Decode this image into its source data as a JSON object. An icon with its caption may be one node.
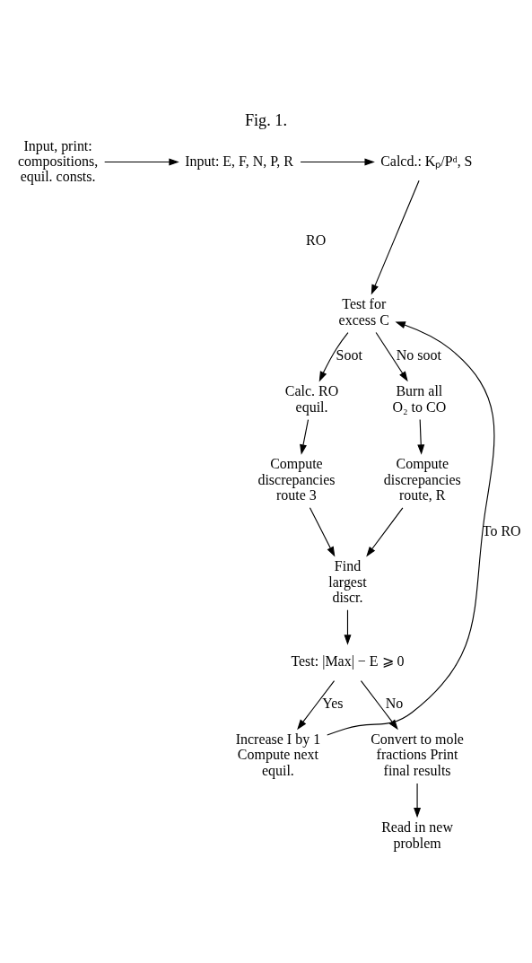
{
  "diagram": {
    "title": "Fig. 1.",
    "nodes": [
      {
        "text": [
          "Input, print: compositions, equil. consts."
        ]
      },
      {
        "text": [
          "Input: E, F, N, P, R"
        ]
      },
      {
        "text": [
          "Calcd.: Kₚ/Pᵈ, S"
        ]
      },
      {
        "text": [
          "Test for excess C"
        ]
      },
      {
        "text": [
          "Calc. RO equil."
        ]
      },
      {
        "text": [
          "Burn all O₂ to CO"
        ]
      },
      {
        "text": [
          "Compute discrepancies route 3"
        ]
      },
      {
        "text": [
          "Compute discrepancies route, R"
        ]
      },
      {
        "text": [
          "Find largest discr."
        ]
      },
      {
        "text": [
          "Test: |Max| − E ⩾ 0"
        ]
      },
      {
        "text": [
          "Increase I by 1 Compute next equil."
        ]
      },
      {
        "text": [
          "Convert to mole fractions Print final results"
        ]
      },
      {
        "text": [
          "Read in new problem"
        ]
      }
    ],
    "edges": [
      {
        "from": 0,
        "to": 1,
        "arrow": "to"
      },
      {
        "from": 1,
        "to": 2,
        "arrow": "to"
      },
      {
        "from": 2,
        "to": 3,
        "arrow": "to"
      },
      {
        "from": 10,
        "to": 3,
        "arrow": "to",
        "label": "To RO"
      },
      {
        "from": 3,
        "to": 4,
        "arrow": "to",
        "label": "Soot"
      },
      {
        "from": 3,
        "to": 5,
        "arrow": "to",
        "label": "No soot"
      },
      {
        "from": 4,
        "to": 6,
        "arrow": "to"
      },
      {
        "from": 5,
        "to": 7,
        "arrow": "to"
      },
      {
        "from": 6,
        "to": 8,
        "arrow": "to"
      },
      {
        "from": 7,
        "to": 8,
        "arrow": "to"
      },
      {
        "from": 8,
        "to": 9,
        "arrow": "to"
      },
      {
        "from": 9,
        "to": 10,
        "arrow": "to",
        "label": "Yes"
      },
      {
        "from": 9,
        "to": 11,
        "arrow": "to",
        "label": "No"
      },
      {
        "from": 11,
        "to": 12,
        "arrow": "to"
      }
    ],
    "labels": [
      "RO"
    ]
  }
}
